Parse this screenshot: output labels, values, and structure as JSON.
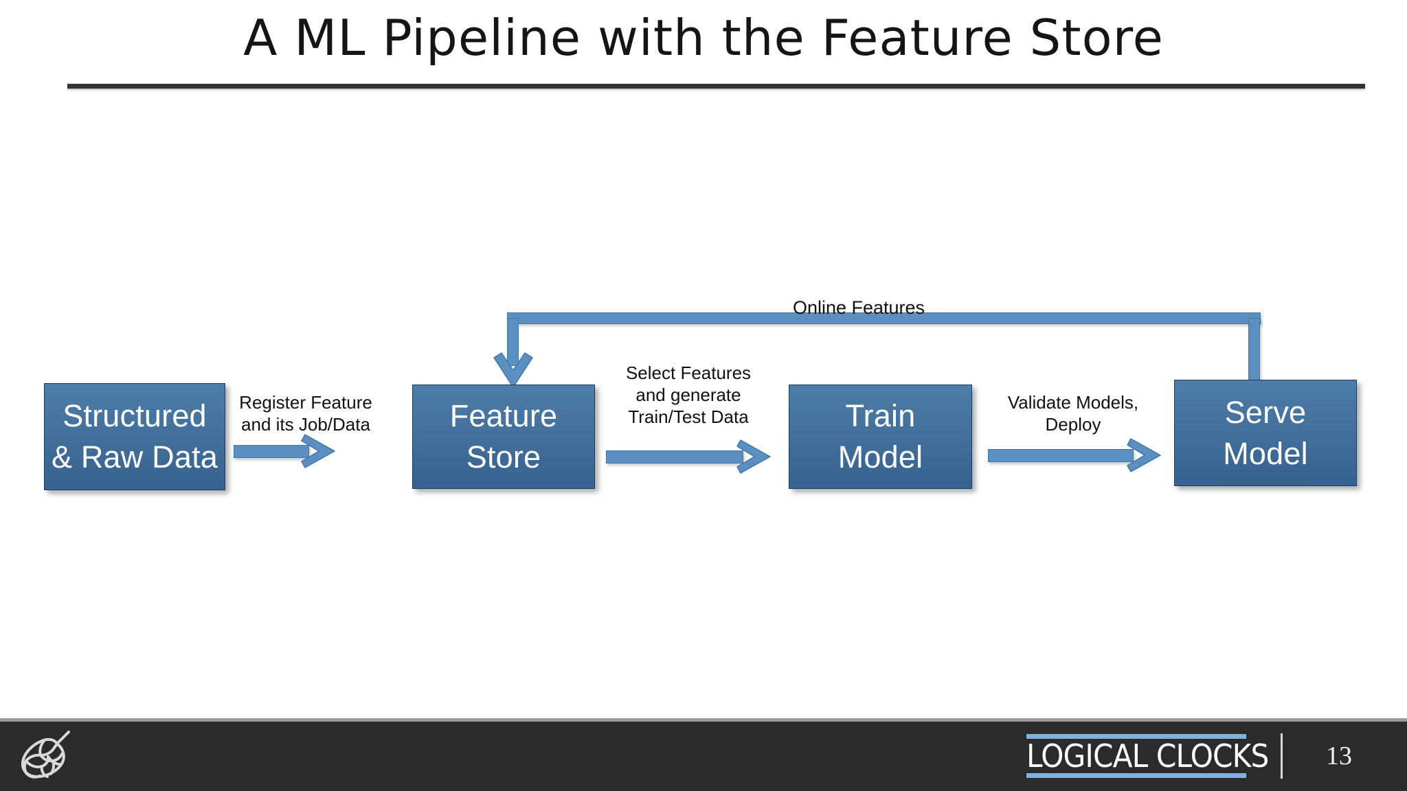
{
  "slide": {
    "title": "A ML Pipeline with the Feature Store",
    "page_number": "13"
  },
  "diagram": {
    "nodes": [
      {
        "id": "source",
        "line1": "Structured",
        "line2": "& Raw Data"
      },
      {
        "id": "fstore",
        "line1": "Feature",
        "line2": "Store"
      },
      {
        "id": "train",
        "line1": "Train",
        "line2": "Model"
      },
      {
        "id": "serve",
        "line1": "Serve",
        "line2": "Model"
      }
    ],
    "edges": [
      {
        "id": "register",
        "label": "Register Feature\nand its Job/Data"
      },
      {
        "id": "select",
        "label": "Select Features\nand generate\nTrain/Test Data"
      },
      {
        "id": "validate",
        "label": "Validate Models,\nDeploy"
      },
      {
        "id": "online",
        "label": "Online Features"
      }
    ],
    "edge_labels": {
      "register_l1": "Register Feature",
      "register_l2": "and its Job/Data",
      "select_l1": "Select Features",
      "select_l2": "and generate",
      "select_l3": "Train/Test Data",
      "validate_l1": "Validate Models,",
      "validate_l2": "Deploy",
      "online": "Online Features"
    },
    "colors": {
      "box_fill_top": "#4d7da8",
      "box_fill_bottom": "#376190",
      "box_border": "#1d3d5c",
      "arrow_fill": "#5b8fc0",
      "arrow_border": "#3f78ad",
      "title_rule": "#333333"
    }
  },
  "footer": {
    "brand": "LOGICAL CLOCKS",
    "background": "#2b2b2b",
    "accent": "#7fb2dd"
  }
}
